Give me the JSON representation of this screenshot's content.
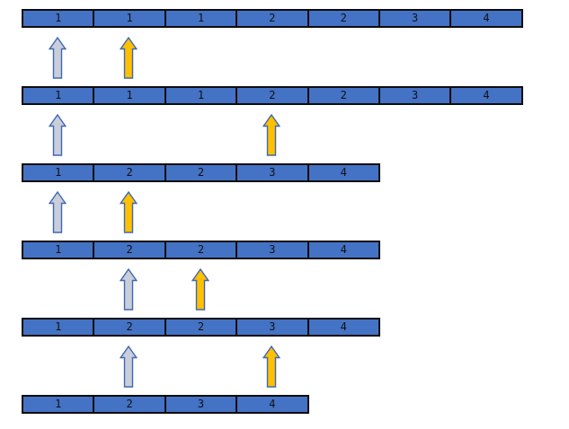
{
  "diagram": {
    "description_colors": {
      "background": "#ffffff",
      "cell_fill": "#4472C4",
      "cell_border": "#0d0d0d",
      "cell_text": "#111111",
      "arrow_outline": "#3E68B1",
      "slow_arrow_fill": "#C9CEDA",
      "fast_arrow_fill": "#FFC000"
    },
    "rows": [
      {
        "cells": [
          "1",
          "1",
          "1",
          "2",
          "2",
          "3",
          "4"
        ],
        "arrows": [
          {
            "style": "gray",
            "cell": 0
          },
          {
            "style": "orange",
            "cell": 1
          }
        ]
      },
      {
        "cells": [
          "1",
          "1",
          "1",
          "2",
          "2",
          "3",
          "4"
        ],
        "arrows": [
          {
            "style": "gray",
            "cell": 0
          },
          {
            "style": "orange",
            "cell": 3
          }
        ]
      },
      {
        "cells": [
          "1",
          "2",
          "2",
          "3",
          "4"
        ],
        "arrows": [
          {
            "style": "gray",
            "cell": 0
          },
          {
            "style": "orange",
            "cell": 1
          }
        ]
      },
      {
        "cells": [
          "1",
          "2",
          "2",
          "3",
          "4"
        ],
        "arrows": [
          {
            "style": "gray",
            "cell": 1
          },
          {
            "style": "orange",
            "cell": 2
          }
        ]
      },
      {
        "cells": [
          "1",
          "2",
          "2",
          "3",
          "4"
        ],
        "arrows": [
          {
            "style": "gray",
            "cell": 1
          },
          {
            "style": "orange",
            "cell": 3
          }
        ]
      },
      {
        "cells": [
          "1",
          "2",
          "3",
          "4"
        ],
        "arrows": []
      }
    ]
  }
}
